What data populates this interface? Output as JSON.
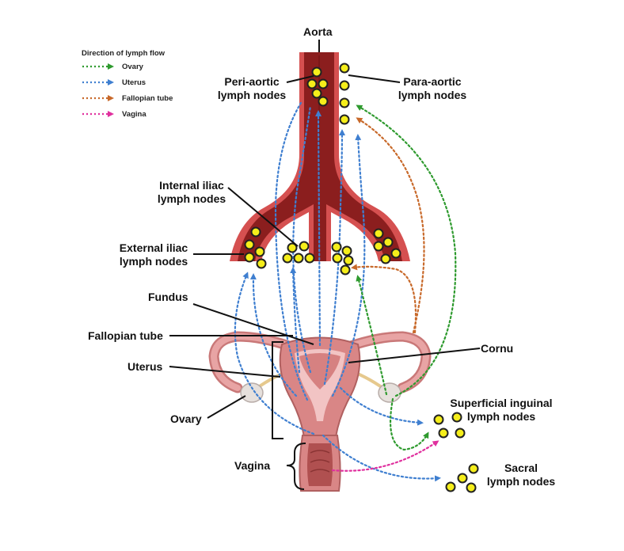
{
  "colors": {
    "ovary": "#2e9a2e",
    "uterus": "#3f7fd0",
    "fallopian_tube": "#c8692a",
    "vagina": "#e0309e",
    "aorta": "#8b1e1e",
    "node_fill": "#f5ee1a"
  },
  "legend": {
    "title": "Direction of lymph flow",
    "items": [
      {
        "label": "Ovary",
        "color": "#2e9a2e"
      },
      {
        "label": "Uterus",
        "color": "#3f7fd0"
      },
      {
        "label": "Fallopian tube",
        "color": "#c8692a"
      },
      {
        "label": "Vagina",
        "color": "#e0309e"
      }
    ]
  },
  "labels": {
    "aorta": "Aorta",
    "peri_aortic_1": "Peri-aortic",
    "peri_aortic_2": "lymph nodes",
    "para_aortic_1": "Para-aortic",
    "para_aortic_2": "lymph nodes",
    "internal_iliac_1": "Internal iliac",
    "internal_iliac_2": "lymph nodes",
    "external_iliac_1": "External iliac",
    "external_iliac_2": "lymph nodes",
    "fundus": "Fundus",
    "fallopian_tube": "Fallopian tube",
    "uterus": "Uterus",
    "ovary": "Ovary",
    "cornu": "Cornu",
    "superficial_inguinal_1": "Superficial inguinal",
    "superficial_inguinal_2": "lymph nodes",
    "vagina": "Vagina",
    "sacral_1": "Sacral",
    "sacral_2": "lymph nodes"
  }
}
